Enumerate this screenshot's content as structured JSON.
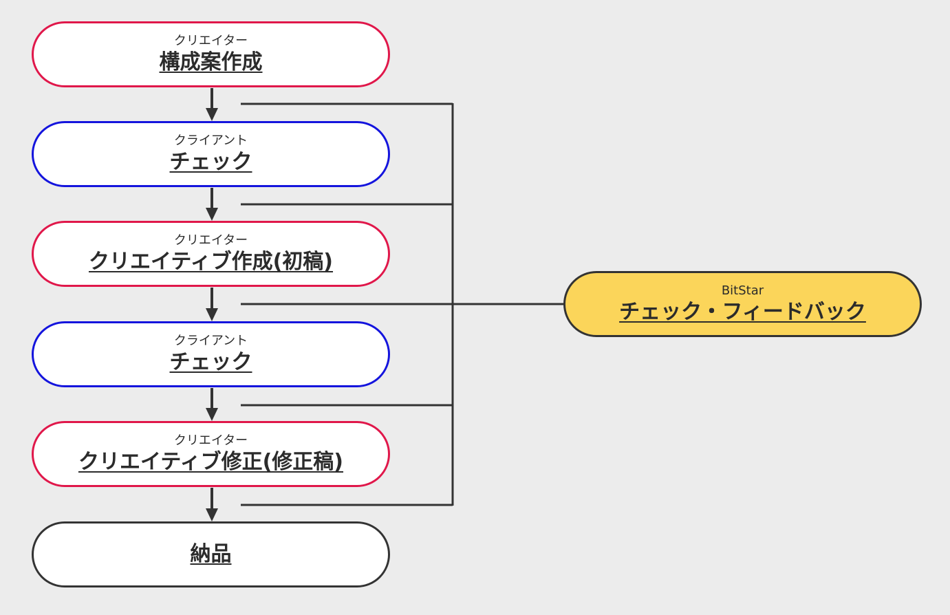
{
  "colors": {
    "background": "#ececec",
    "creator": "#e0174a",
    "client": "#1414dd",
    "delivery": "#333333",
    "bitstar_border": "#333333",
    "bitstar_fill": "#fbd55a",
    "connector": "#333333"
  },
  "steps": [
    {
      "role": "クリエイター",
      "task": "構成案作成",
      "kind": "creator"
    },
    {
      "role": "クライアント",
      "task": "チェック",
      "kind": "client"
    },
    {
      "role": "クリエイター",
      "task": "クリエイティブ作成(初稿)",
      "kind": "creator"
    },
    {
      "role": "クライアント",
      "task": "チェック",
      "kind": "client"
    },
    {
      "role": "クリエイター",
      "task": "クリエイティブ修正(修正稿)",
      "kind": "creator"
    },
    {
      "role": "",
      "task": "納品",
      "kind": "delivery"
    }
  ],
  "feedback": {
    "role": "BitStar",
    "task": "チェック・フィードバック"
  }
}
